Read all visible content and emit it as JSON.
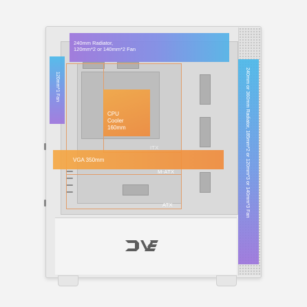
{
  "labels": {
    "top_radiator": [
      "240mm Radiator,",
      "120mm*2 or 140mm*2 Fan"
    ],
    "rear_fan": "120mm*1 Fan",
    "front_radiator": "240mm or 360mm Radiator, 185mm*2 or 120mm*3 or 140mm*3 Fan",
    "cpu_cooler": [
      "CPU",
      "Cooler",
      "160mm"
    ],
    "vga": "VGA 350mm"
  },
  "form_factors": {
    "itx": "ITX",
    "matx": "M-ATX",
    "atx": "ATX"
  },
  "colors": {
    "background": "#f3f3f3",
    "case": "#e9e9e9",
    "purple_accent": "#9b72dc",
    "blue_accent": "#47b7ea",
    "orange_accent": "#f08a3a"
  },
  "logo": {
    "icon": "darkflash-logo-icon"
  }
}
